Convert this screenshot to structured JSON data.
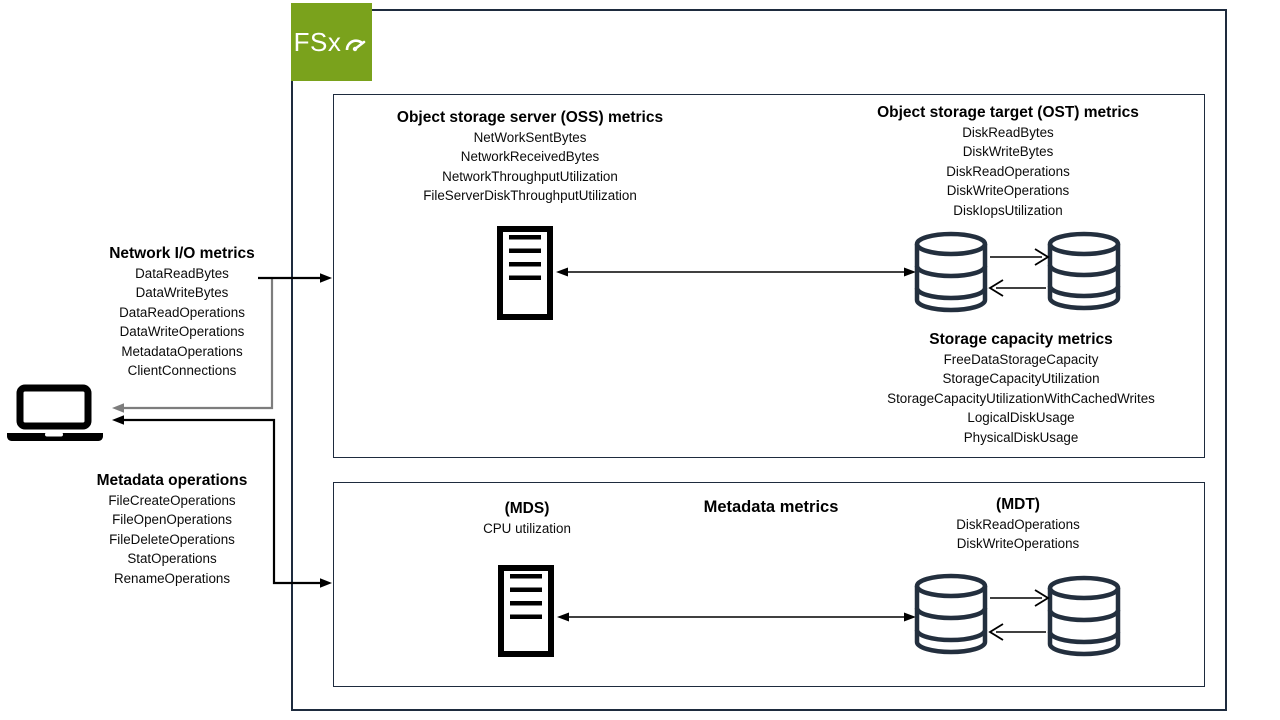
{
  "logo": {
    "label": "FSx"
  },
  "client": {
    "network_io": {
      "title": "Network I/O metrics",
      "items": [
        "DataReadBytes",
        "DataWriteBytes",
        "DataReadOperations",
        "DataWriteOperations",
        "MetadataOperations",
        "ClientConnections"
      ]
    },
    "metadata_ops": {
      "title": "Metadata operations",
      "items": [
        "FileCreateOperations",
        "FileOpenOperations",
        "FileDeleteOperations",
        "StatOperations",
        "RenameOperations"
      ]
    }
  },
  "oss": {
    "title": "Object storage server (OSS) metrics",
    "items": [
      "NetWorkSentBytes",
      "NetworkReceivedBytes",
      "NetworkThroughputUtilization",
      "FileServerDiskThroughputUtilization"
    ]
  },
  "ost": {
    "title": "Object storage target (OST) metrics",
    "items": [
      "DiskReadBytes",
      "DiskWriteBytes",
      "DiskReadOperations",
      "DiskWriteOperations",
      "DiskIopsUtilization"
    ]
  },
  "storage_capacity": {
    "title": "Storage capacity metrics",
    "items": [
      "FreeDataStorageCapacity",
      "StorageCapacityUtilization",
      "StorageCapacityUtilizationWithCachedWrites",
      "LogicalDiskUsage",
      "PhysicalDiskUsage"
    ]
  },
  "metadata_box": {
    "title": "Metadata metrics",
    "mds": {
      "title": "(MDS)",
      "items": [
        "CPU utilization"
      ]
    },
    "mdt": {
      "title": "(MDT)",
      "items": [
        "DiskReadOperations",
        "DiskWriteOperations"
      ]
    }
  },
  "colors": {
    "logo_green": "#7aa21c",
    "box_navy": "#1e2b3e",
    "db_navy": "#232f3e",
    "arrow_gray": "#7d7d7d",
    "arrow_black": "#000000"
  }
}
